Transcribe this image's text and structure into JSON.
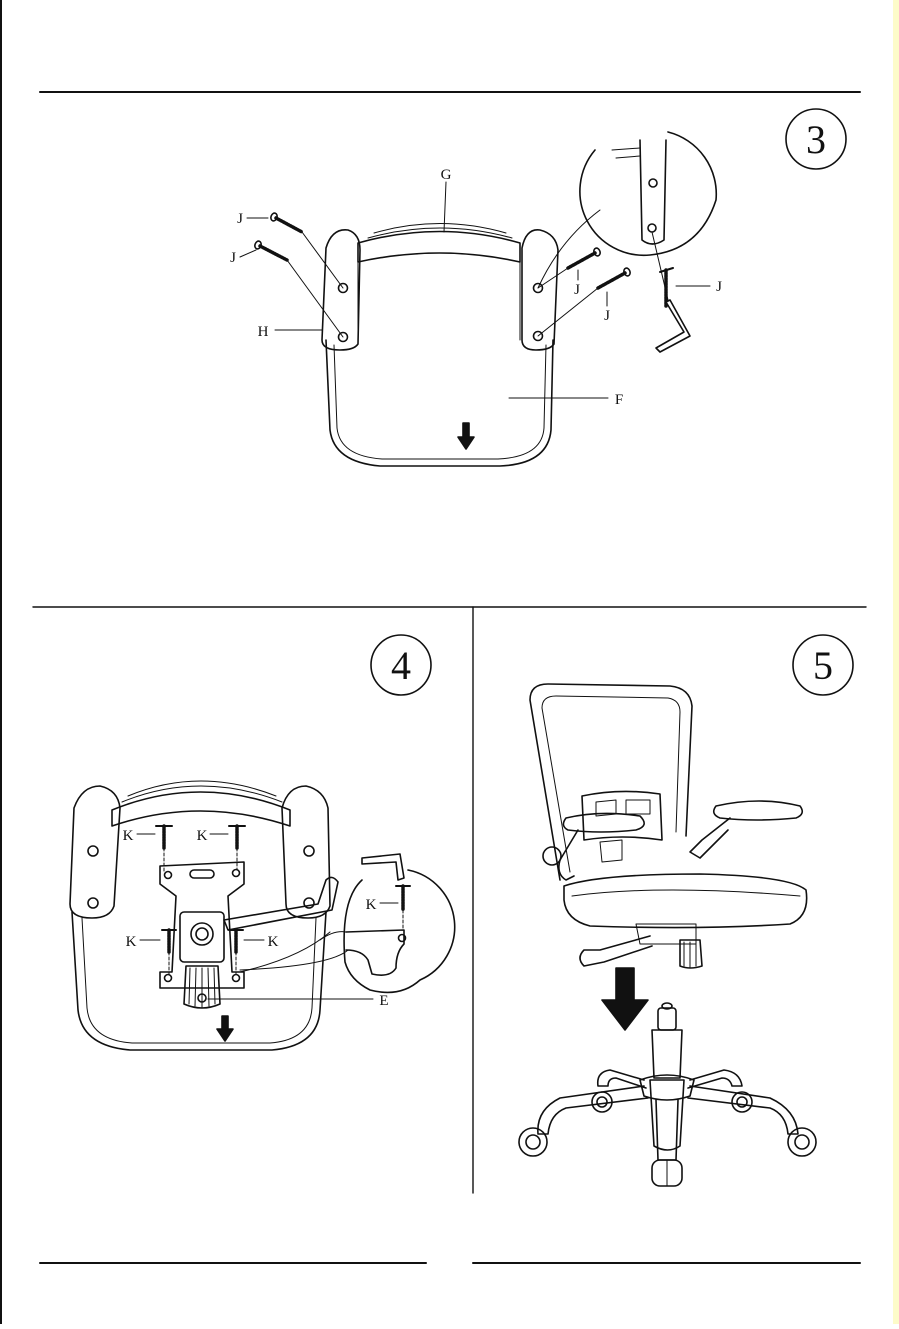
{
  "steps": {
    "step3": {
      "number": "3"
    },
    "step4": {
      "number": "4"
    },
    "step5": {
      "number": "5"
    }
  },
  "labels": {
    "G": "G",
    "J": "J",
    "H": "H",
    "F": "F",
    "K": "K",
    "E": "E"
  },
  "colors": {
    "ink": "#111111",
    "page": "#ffffff",
    "edge": "#fdfbc9"
  }
}
